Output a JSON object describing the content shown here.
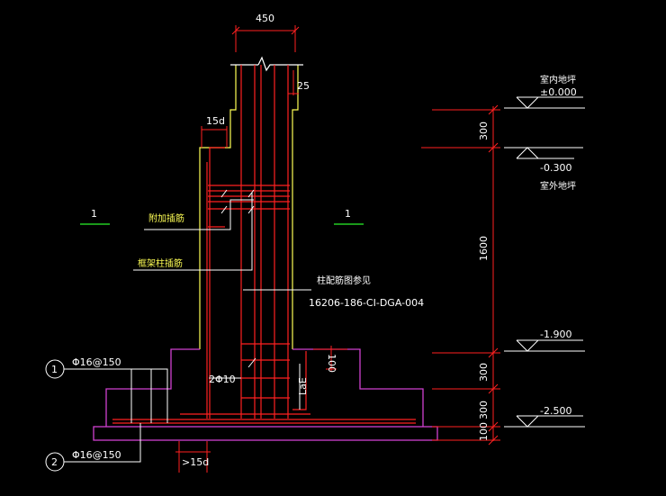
{
  "dimensions": {
    "column_width": "450",
    "cover": "25",
    "lap_15d": "15d",
    "d_300_top": "300",
    "d_1600": "1600",
    "d_300_mid": "300",
    "d_300_low": "300",
    "d_100": "100",
    "d_100_step": "100",
    "anchor": "LaE",
    "gt_15d": ">15d"
  },
  "section_marks": {
    "left": "1",
    "right": "1"
  },
  "labels": {
    "added_bar": "附加插筋",
    "frame_column_bar": "框架柱插筋",
    "column_ref_line1": "柱配筋图参见",
    "column_ref_line2": "16206-186-CI-DGA-004",
    "two_bars": "2Φ10"
  },
  "callouts": [
    {
      "num": "1",
      "spec": "Φ16@150"
    },
    {
      "num": "2",
      "spec": "Φ16@150"
    }
  ],
  "elevations": {
    "indoor_label": "室内地坪",
    "indoor_value": "±0.000",
    "outdoor_value": "-0.300",
    "outdoor_label": "室外地坪",
    "e1": "-1.900",
    "e2": "-2.500"
  },
  "colors": {
    "background": "#000000",
    "dimension": "#ff2020",
    "column": "#ffff55",
    "footing": "#d040d0",
    "annotation": "#ffffff",
    "rebar": "#ff2020",
    "section_line": "#22cc22",
    "label_highlight": "#ffff55"
  }
}
